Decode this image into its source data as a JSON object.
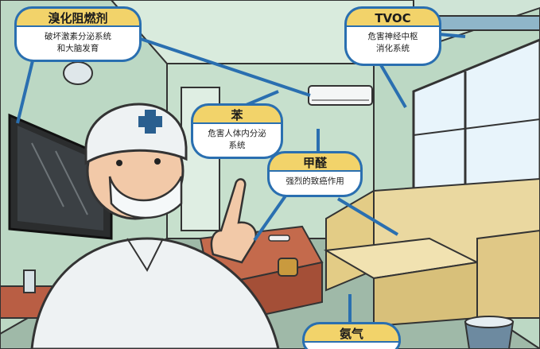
{
  "callouts": {
    "flame_retardant": {
      "title": "溴化阻燃剂",
      "line1": "破坏激素分泌系统",
      "line2": "和大脑发育"
    },
    "tvoc": {
      "title": "TVOC",
      "line1": "危害神经中枢",
      "line2": "消化系统"
    },
    "benzene": {
      "title": "苯",
      "line1": "危害人体内分泌",
      "line2": "系统"
    },
    "formaldehyde": {
      "title": "甲醛",
      "line1": "强烈的致癌作用"
    },
    "ammonia": {
      "title": "氨气"
    }
  },
  "colors": {
    "wall": "#cfe4d6",
    "outline": "#2a6fb0",
    "header": "#f2d36a",
    "sofa": "#eadfa6",
    "table": "#b85a40"
  }
}
